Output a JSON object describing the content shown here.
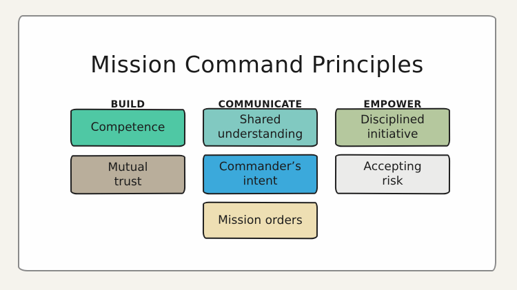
{
  "title": "Mission Command Principles",
  "colors": {
    "page_background": "#f5f3ed",
    "card_background": "#fefefe",
    "card_border": "#8a8a8a",
    "box_border": "#1f1f1f",
    "text": "#1b1b1b"
  },
  "columns": [
    {
      "header": "BUILD",
      "boxes": [
        {
          "label": "Competence",
          "color": "#4fc8a4"
        },
        {
          "label": "Mutual\ntrust",
          "color": "#b9ae9b"
        }
      ]
    },
    {
      "header": "COMMUNICATE",
      "boxes": [
        {
          "label": "Shared\nunderstanding",
          "color": "#81c9c1"
        },
        {
          "label": "Commander’s\nintent",
          "color": "#3ba9db"
        },
        {
          "label": "Mission orders",
          "color": "#eedfb3"
        }
      ]
    },
    {
      "header": "EMPOWER",
      "boxes": [
        {
          "label": "Disciplined\ninitiative",
          "color": "#b5c89e"
        },
        {
          "label": "Accepting\nrisk",
          "color": "#ebebea"
        }
      ]
    }
  ]
}
